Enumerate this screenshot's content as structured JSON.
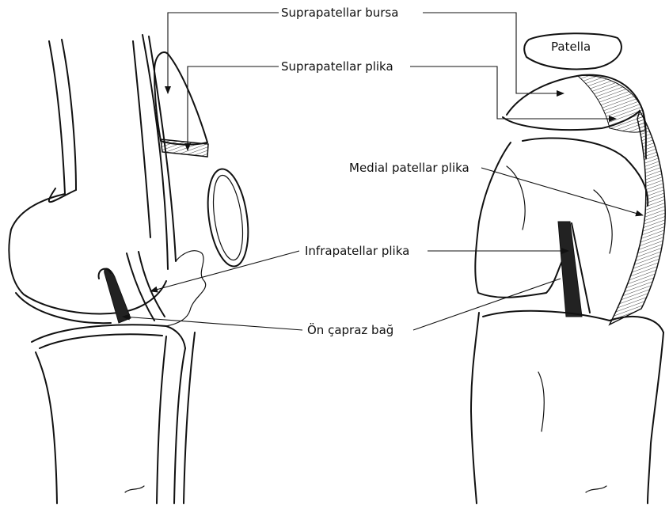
{
  "labels": {
    "suprapatellar_bursa": "Suprapatellar bursa",
    "suprapatellar_plika": "Suprapatellar plika",
    "patella": "Patella",
    "medial_patellar_plika": "Medial patellar plika",
    "infrapatellar_plika": "Infrapatellar plika",
    "on_capraz_bag": "Ön çapraz bağ"
  }
}
